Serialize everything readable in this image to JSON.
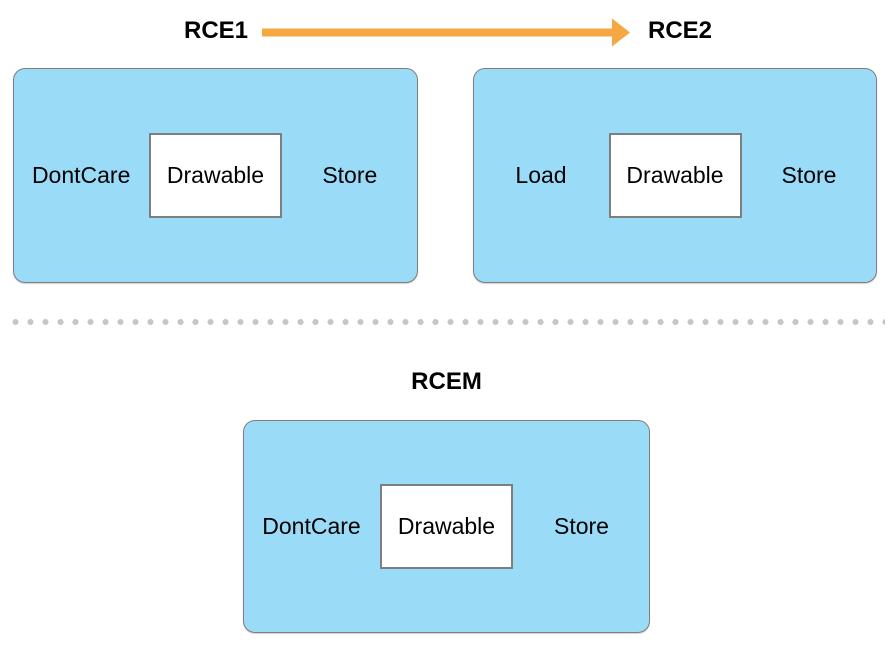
{
  "colors": {
    "pass_fill": "#9ADCF8",
    "pass_border": "#7E7E7E",
    "arrow": "#F5A841",
    "separator_dot": "#C6C6C6",
    "text": "#000000"
  },
  "passes": {
    "rce1": {
      "title": "RCE1",
      "load_action": "DontCare",
      "attachment": "Drawable",
      "store_action": "Store"
    },
    "rce2": {
      "title": "RCE2",
      "load_action": "Load",
      "attachment": "Drawable",
      "store_action": "Store"
    },
    "rcem": {
      "title": "RCEM",
      "load_action": "DontCare",
      "attachment": "Drawable",
      "store_action": "Store"
    }
  }
}
